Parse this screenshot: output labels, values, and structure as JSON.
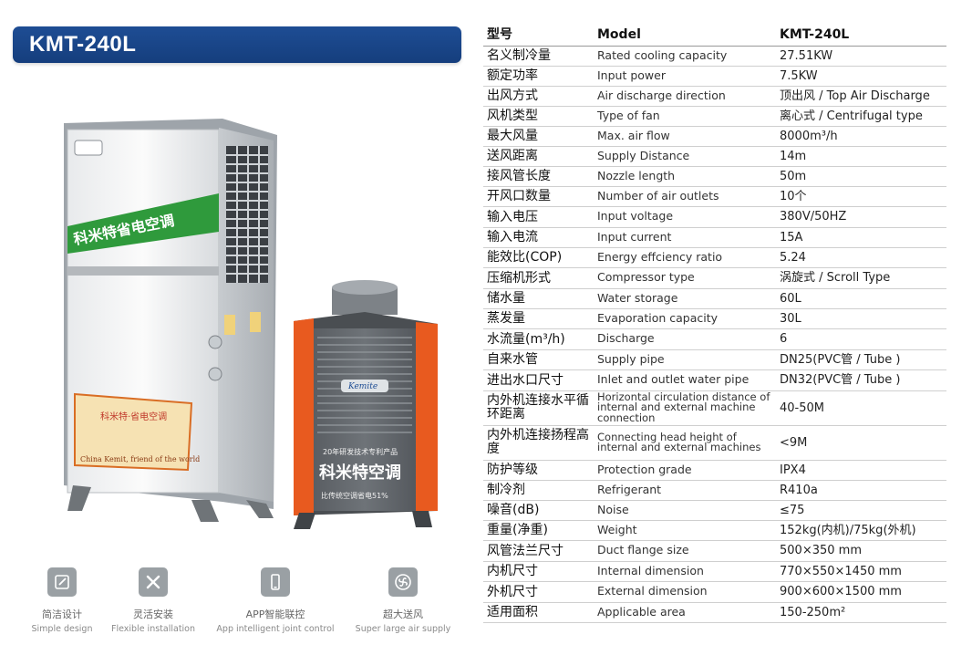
{
  "header": {
    "title": "KMT-240L"
  },
  "product": {
    "indoor_slogan": "科米特省电空调",
    "indoor_badge": "科米特·省电空调",
    "indoor_badge_en": "China Kemit, friend of the world",
    "outdoor_logo": "Kemite",
    "outdoor_top": "20年研发技术专利产品",
    "outdoor_name": "科米特空调",
    "outdoor_bottom": "比传统空调省电51%"
  },
  "features": [
    {
      "zh": "简洁设计",
      "en": "Simple design",
      "icon": "edit-icon"
    },
    {
      "zh": "灵活安装",
      "en": "Flexible installation",
      "icon": "tools-icon"
    },
    {
      "zh": "APP智能联控",
      "en": "App intelligent joint control",
      "icon": "phone-icon"
    },
    {
      "zh": "超大送风",
      "en": "Super large air supply",
      "icon": "fan-icon"
    }
  ],
  "spec_header": {
    "zh": "型号",
    "en": "Model",
    "value": "KMT-240L"
  },
  "specs": [
    {
      "zh": "名义制冷量",
      "en": "Rated cooling capacity",
      "value": "27.51KW"
    },
    {
      "zh": "额定功率",
      "en": "Input power",
      "value": "7.5KW"
    },
    {
      "zh": "出风方式",
      "en": "Air discharge direction",
      "value": "顶出风 / Top Air Discharge"
    },
    {
      "zh": "风机类型",
      "en": "Type of fan",
      "value": "离心式 / Centrifugal type"
    },
    {
      "zh": "最大风量",
      "en": "Max. air flow",
      "value": "8000m³/h"
    },
    {
      "zh": "送风距离",
      "en": "Supply Distance",
      "value": "14m"
    },
    {
      "zh": "接风管长度",
      "en": "Nozzle length",
      "value": "50m"
    },
    {
      "zh": "开风口数量",
      "en": "Number of air outlets",
      "value": "10个"
    },
    {
      "zh": "输入电压",
      "en": "Input voltage",
      "value": "380V/50HZ"
    },
    {
      "zh": "输入电流",
      "en": "Input current",
      "value": "15A"
    },
    {
      "zh": "能效比(COP)",
      "en": "Energy effciency ratio",
      "value": "5.24"
    },
    {
      "zh": "压缩机形式",
      "en": "Compressor type",
      "value": "涡旋式 / Scroll Type"
    },
    {
      "zh": "储水量",
      "en": "Water storage",
      "value": "60L"
    },
    {
      "zh": "蒸发量",
      "en": "Evaporation capacity",
      "value": "30L"
    },
    {
      "zh": "水流量(m³/h)",
      "en": "Discharge",
      "value": "6"
    },
    {
      "zh": "自来水管",
      "en": "Supply pipe",
      "value": "DN25(PVC管 / Tube )"
    },
    {
      "zh": "进出水口尺寸",
      "en": "Inlet and outlet water pipe",
      "value": "DN32(PVC管 / Tube )"
    },
    {
      "zh": "内外机连接水平循环距离",
      "en": "Horizontal circulation distance of internal and external machine connection",
      "value": "40-50M"
    },
    {
      "zh": "内外机连接扬程高度",
      "en": "Connecting head height of internal and external machines",
      "value": "<9M"
    },
    {
      "zh": "防护等级",
      "en": "Protection grade",
      "value": "IPX4"
    },
    {
      "zh": "制冷剂",
      "en": "Refrigerant",
      "value": "R410a"
    },
    {
      "zh": "噪音(dB)",
      "en": "Noise",
      "value": "≤75"
    },
    {
      "zh": "重量(净重)",
      "en": "Weight",
      "value": "152kg(内机)/75kg(外机)"
    },
    {
      "zh": "风管法兰尺寸",
      "en": "Duct flange size",
      "value": "500×350 mm"
    },
    {
      "zh": "内机尺寸",
      "en": "Internal dimension",
      "value": "770×550×1450 mm"
    },
    {
      "zh": "外机尺寸",
      "en": "External dimension",
      "value": "900×600×1500 mm"
    },
    {
      "zh": "适用面积",
      "en": "Applicable area",
      "value": "150-250m²"
    }
  ]
}
